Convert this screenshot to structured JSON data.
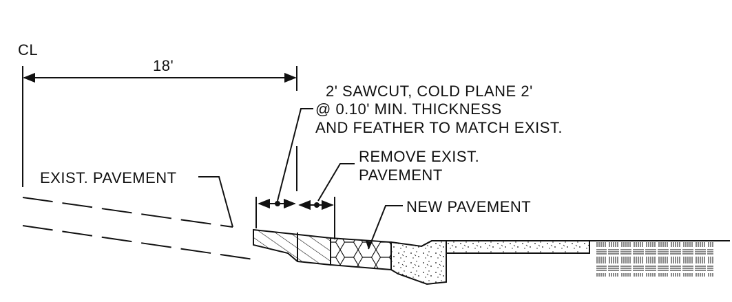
{
  "diagram": {
    "centerline_label": "CL",
    "dimension_label": "18'",
    "sawcut_note": {
      "line1": "2' SAWCUT, COLD PLANE 2'",
      "line2": "@ 0.10' MIN. THICKNESS",
      "line3": "AND FEATHER TO MATCH EXIST."
    },
    "remove_note": {
      "line1": "REMOVE EXIST.",
      "line2": "PAVEMENT"
    },
    "exist_pavement_label": "EXIST. PAVEMENT",
    "new_pavement_label": "NEW PAVEMENT",
    "colors": {
      "ink": "#111111",
      "background": "#ffffff"
    }
  }
}
